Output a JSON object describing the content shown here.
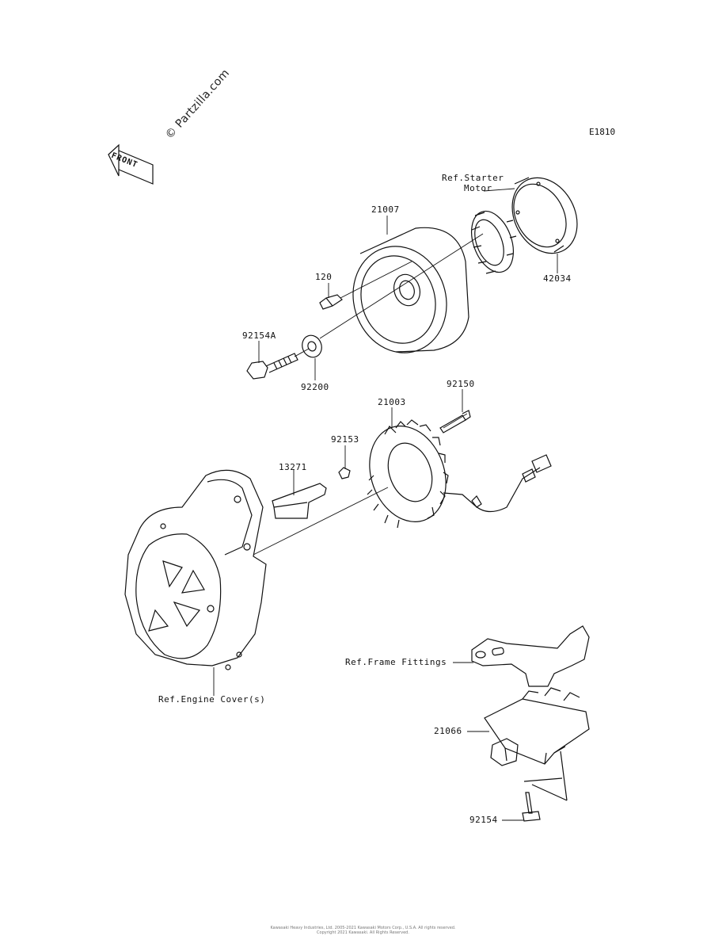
{
  "diagram": {
    "code": "E1810",
    "watermark": "© Partzilla.com",
    "front_label": "FRONT",
    "footer_line1": "Kawasaki Heavy Industries, Ltd. 2005-2021 Kawasaki Motors Corp., U.S.A. All rights reserved.",
    "footer_line2": "Copyright 2021 Kawasaki. All Rights Reserved."
  },
  "references": {
    "starter_motor_line1": "Ref.Starter",
    "starter_motor_line2": "Motor",
    "frame_fittings": "Ref.Frame Fittings",
    "engine_cover": "Ref.Engine Cover(s)"
  },
  "parts": {
    "p21007": "21007",
    "p120": "120",
    "p92154A": "92154A",
    "p92200": "92200",
    "p42034": "42034",
    "p92150": "92150",
    "p21003": "21003",
    "p92153": "92153",
    "p13271": "13271",
    "p21066": "21066",
    "p92154": "92154"
  }
}
